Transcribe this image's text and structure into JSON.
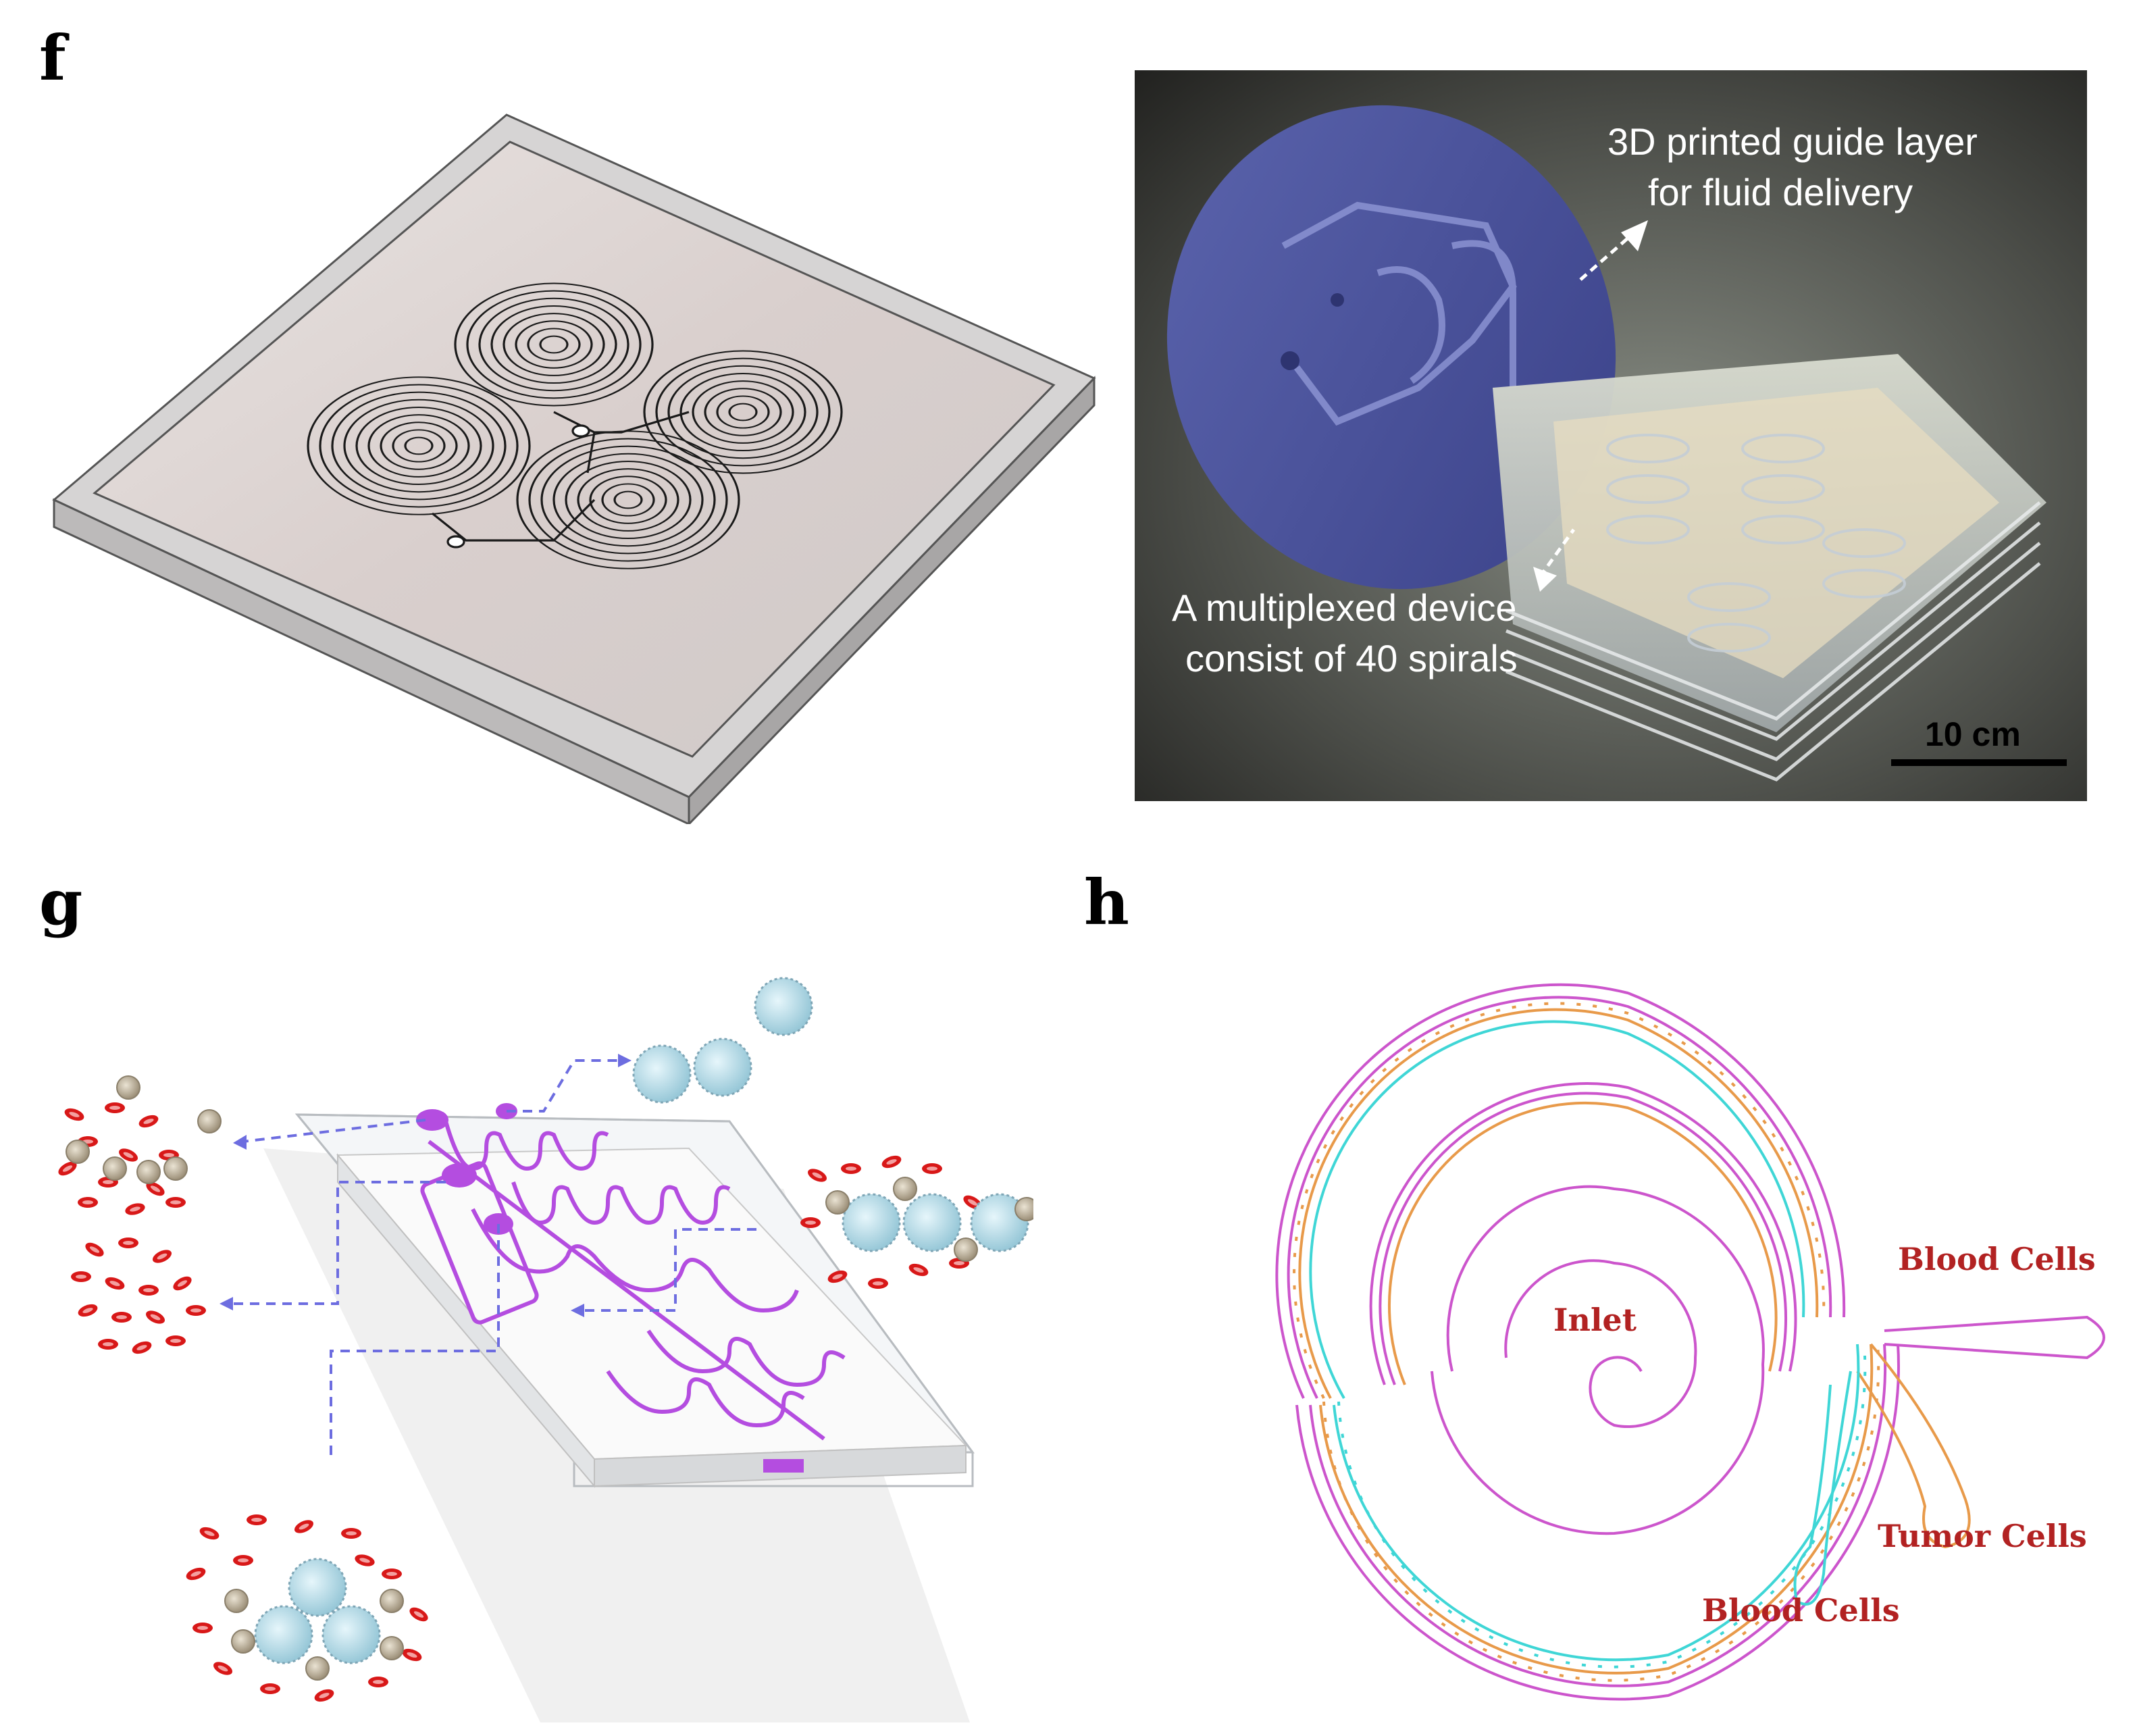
{
  "panels": {
    "f": {
      "label": "f",
      "photo_caption_top_line1": "3D printed guide layer",
      "photo_caption_top_line2": "for fluid delivery",
      "photo_caption_bottom_line1": "A multiplexed device",
      "photo_caption_bottom_line2": "consist of 40 spirals",
      "scale_bar": "10 cm"
    },
    "g": {
      "label": "g"
    },
    "h": {
      "label": "h",
      "inlet": "Inlet",
      "outlet_top": "Blood Cells",
      "outlet_middle": "Tumor Cells",
      "outlet_bottom": "Blood Cells"
    }
  },
  "colors": {
    "channel_purple": "#b44de0",
    "arrow_blue": "#6d6de0",
    "rbc_red": "#d81818",
    "h_magenta": "#cc55cc",
    "h_orange": "#e89a4a",
    "h_cyan": "#3fd6d6",
    "h_text": "#b22222"
  }
}
